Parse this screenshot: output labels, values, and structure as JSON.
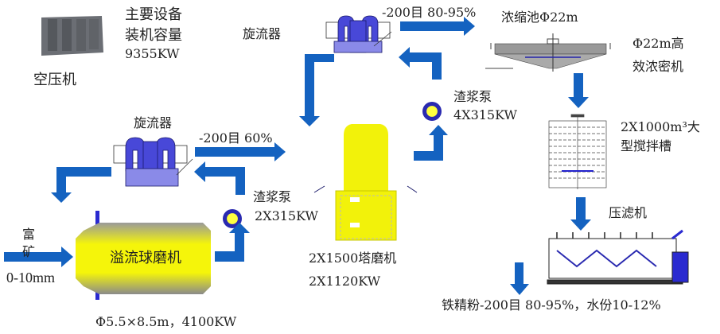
{
  "colors": {
    "arrow": "#1462c0",
    "mill": "#f2f20a",
    "equipment": "#3b3bd0"
  },
  "labels": {
    "summary_line1": "主要设备",
    "summary_line2": "装机容量",
    "summary_line3": "9355KW",
    "air_compressor": "空压机",
    "cyclone_top": "旋流器",
    "cyclone_bottom": "旋流器",
    "top_overflow": "-200目  80-95%",
    "bottom_overflow": "-200目  60%",
    "thickener_pool": "浓缩池Φ22m",
    "thickener_line1": "Φ22m高",
    "thickener_line2": "效浓密机",
    "pump_top_name": "渣浆泵",
    "pump_top_power": "4X315KW",
    "pump_bottom_name": "渣浆泵",
    "pump_bottom_power": "2X315KW",
    "tank_line1": "2X1000m³大",
    "tank_line2": "型搅拌槽",
    "filter_press": "压滤机",
    "tower_mill_name": "2X1500塔磨机",
    "tower_mill_power": "2X1120KW",
    "ball_mill": "溢流球磨机",
    "ball_mill_spec": "Φ5.5×8.5m，4100KW",
    "feed_line1": "富",
    "feed_line2": "矿",
    "feed_size": "0-10mm",
    "product": "铁精粉-200目  80-95%，水份10-12%"
  }
}
